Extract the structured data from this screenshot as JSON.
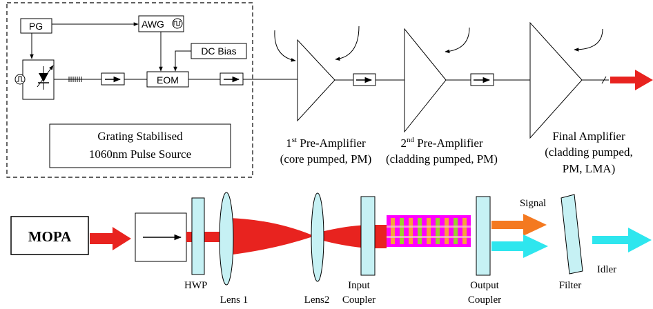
{
  "top": {
    "pulse_source": {
      "pg_label": "PG",
      "awg_label": "AWG",
      "dc_bias_label": "DC Bias",
      "eom_label": "EOM",
      "caption_line1": "Grating Stabilised",
      "caption_line2": "1060nm Pulse Source"
    },
    "amplifiers": [
      {
        "label_line1_sup": "st",
        "label_line1_num": "1",
        "label_line1": "Pre-Amplifier",
        "label_line2": "(core pumped, PM)"
      },
      {
        "label_line1_sup": "nd",
        "label_line1_num": "2",
        "label_line1": "Pre-Amplifier",
        "label_line2": "(cladding pumped, PM)"
      },
      {
        "label_line1": "Final Amplifier",
        "label_line2": "(cladding pumped,",
        "label_line3": "PM, LMA)"
      }
    ]
  },
  "bottom": {
    "mopa_label": "MOPA",
    "hwp_label": "HWP",
    "lens1_label": "Lens 1",
    "lens2_label": "Lens2",
    "input_coupler_line1": "Input",
    "input_coupler_line2": "Coupler",
    "output_coupler_line1": "Output",
    "output_coupler_line2": "Coupler",
    "signal_label": "Signal",
    "idler_label": "Idler",
    "filter_label": "Filter"
  },
  "colors": {
    "laser_red": "#e8231f",
    "signal_orange": "#f47920",
    "idler_cyan": "#2ee6ee",
    "optic_fill": "#c6f1f4",
    "crystal_magenta": "#ff00ff",
    "crystal_orange": "#f7a23b",
    "crystal_green": "#9bcf2e",
    "crystal_pink": "#f5b8cc"
  }
}
